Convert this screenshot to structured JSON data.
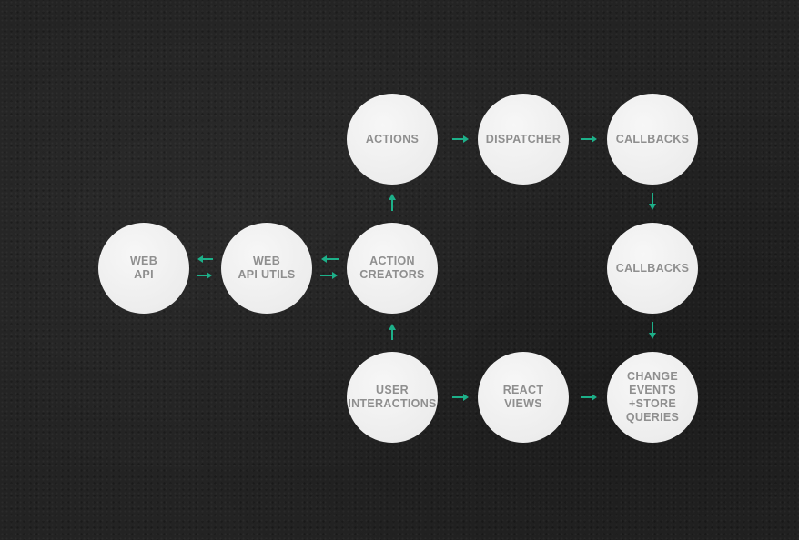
{
  "diagram": {
    "nodes": {
      "web_api": "WEB\nAPI",
      "web_api_utils": "WEB\nAPI UTILS",
      "action_creators": "ACTION\nCREATORS",
      "actions": "ACTIONS",
      "dispatcher": "DISPATCHER",
      "callbacks_top": "CALLBACKS",
      "callbacks_mid": "CALLBACKS",
      "user_interactions": "USER\nINTERACTIONS",
      "react_views": "REACT\nVIEWS",
      "change_events": "CHANGE\nEVENTS\n+STORE\nQUERIES"
    },
    "colors": {
      "background": "#232323",
      "node_fill": "#f2f2f2",
      "node_text": "#8f8f8f",
      "arrow": "#1db089"
    }
  }
}
